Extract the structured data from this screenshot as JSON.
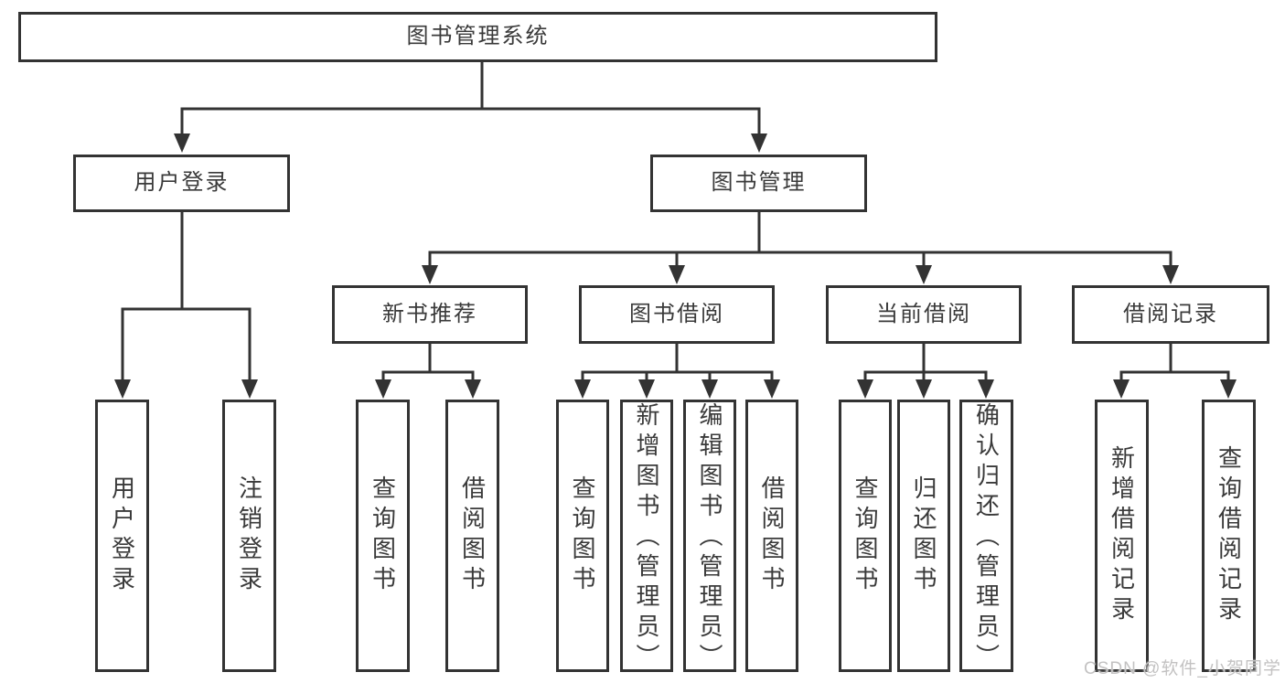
{
  "diagram": {
    "root": {
      "label": "图书管理系统"
    },
    "branches": [
      {
        "label": "用户登录",
        "children": [
          {
            "label": "用户登录"
          },
          {
            "label": "注销登录"
          }
        ]
      },
      {
        "label": "图书管理",
        "children": [
          {
            "label": "新书推荐",
            "children": [
              {
                "label": "查询图书"
              },
              {
                "label": "借阅图书"
              }
            ]
          },
          {
            "label": "图书借阅",
            "children": [
              {
                "label": "查询图书"
              },
              {
                "label": "新增图书（管理员）"
              },
              {
                "label": "编辑图书（管理员）"
              },
              {
                "label": "借阅图书"
              }
            ]
          },
          {
            "label": "当前借阅",
            "children": [
              {
                "label": "查询图书"
              },
              {
                "label": "归还图书"
              },
              {
                "label": "确认归还（管理员）"
              }
            ]
          },
          {
            "label": "借阅记录",
            "children": [
              {
                "label": "新增借阅记录"
              },
              {
                "label": "查询借阅记录"
              }
            ]
          }
        ]
      }
    ]
  },
  "watermark": {
    "text": "CSDN @软件_小贺同学"
  },
  "colors": {
    "line": "#333333",
    "box_border": "#333333",
    "text": "#3a3a3a",
    "background": "#ffffff",
    "watermark": "#c3c2c2"
  }
}
